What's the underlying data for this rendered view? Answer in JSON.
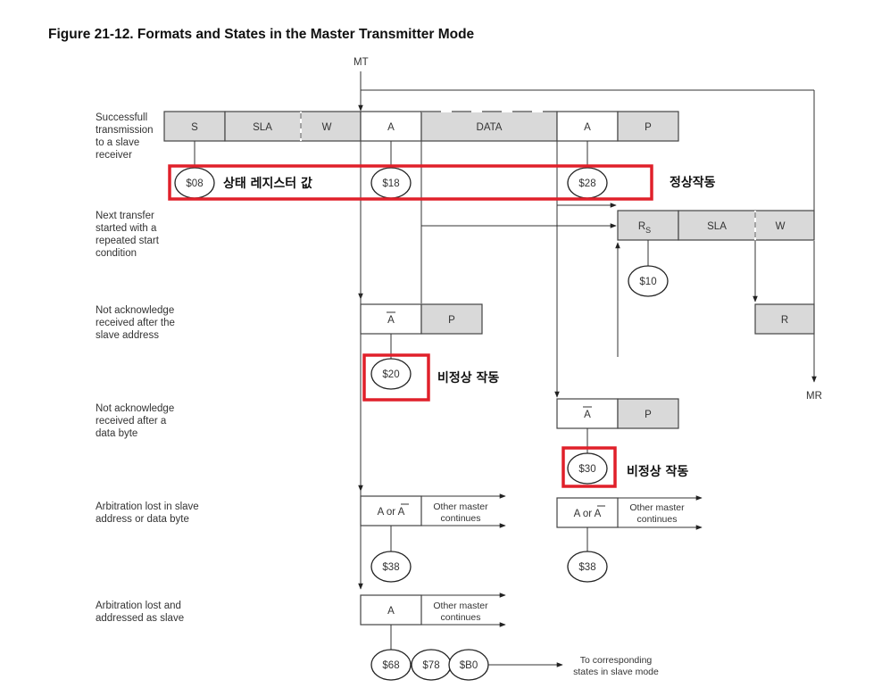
{
  "title": "Figure 21-12.   Formats and States in the Master Transmitter Mode",
  "entry_labels": {
    "mt": "MT",
    "mr": "MR"
  },
  "row_labels": [
    [
      "Successfull",
      "transmission",
      "to a slave",
      "receiver"
    ],
    [
      "Next transfer",
      "started with a",
      "repeated start",
      "condition"
    ],
    [
      "Not acknowledge",
      "received after the",
      "slave address"
    ],
    [
      "Not acknowledge",
      "received after a",
      "data byte"
    ],
    [
      "Arbitration lost in slave",
      "address or data byte"
    ],
    [
      "Arbitration lost and",
      "addressed as slave"
    ]
  ],
  "frame_labels": {
    "s": "S",
    "sla": "SLA",
    "w": "W",
    "a": "A",
    "data": "DATA",
    "p": "P",
    "rs": "R",
    "rs_sub": "S",
    "r": "R",
    "a_or": "A or ",
    "a_bar": "A",
    "other_master_1": "Other master",
    "other_master_2": "continues",
    "to_corresponding_1": "To corresponding",
    "to_corresponding_2": "states in slave mode"
  },
  "states": {
    "s08": "$08",
    "s18": "$18",
    "s28": "$28",
    "s10": "$10",
    "s20": "$20",
    "s30": "$30",
    "s38": "$38",
    "s68": "$68",
    "s78": "$78",
    "sB0": "$B0"
  },
  "annotations": {
    "status_register_value": "상태 레지스터 값",
    "normal_operation": "정상작동",
    "abnormal_operation": "비정상 작동"
  },
  "colors": {
    "highlight": "#e0202a",
    "box_fill": "#d9d9d9"
  }
}
